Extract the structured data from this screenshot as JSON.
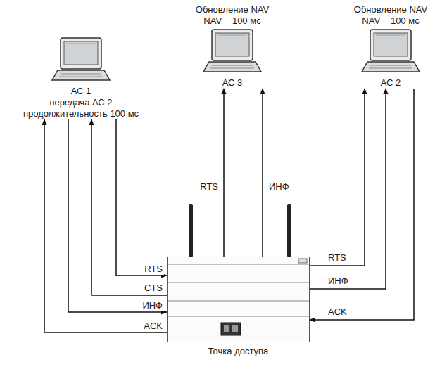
{
  "diagram": {
    "nodes": [
      {
        "text": [
          "АС 1",
          "передача АС 2",
          "продолжительность 100 мс"
        ]
      },
      {
        "text": [
          "Обновление NAV",
          "NAV = 100 мс",
          "АС 3"
        ]
      },
      {
        "text": [
          "Обновление NAV",
          "NAV = 100 мс",
          "АС 2"
        ]
      },
      {
        "text": [
          "Точка доступа"
        ]
      }
    ],
    "edges": [
      {
        "from": 0,
        "to": 3,
        "label": "RTS",
        "arrow": "to"
      },
      {
        "from": 3,
        "to": 0,
        "label": "CTS",
        "arrow": "to"
      },
      {
        "from": 0,
        "to": 3,
        "label": "ИНФ",
        "arrow": "to"
      },
      {
        "from": 3,
        "to": 0,
        "label": "ACK",
        "arrow": "to"
      },
      {
        "from": 3,
        "to": 1,
        "label": "RTS",
        "arrow": "to"
      },
      {
        "from": 3,
        "to": 1,
        "label": "ИНФ",
        "arrow": "to"
      },
      {
        "from": 3,
        "to": 2,
        "label": "RTS",
        "arrow": "to"
      },
      {
        "from": 3,
        "to": 2,
        "label": "ИНФ",
        "arrow": "to"
      },
      {
        "from": 2,
        "to": 3,
        "label": "ACK",
        "arrow": "to"
      }
    ]
  }
}
